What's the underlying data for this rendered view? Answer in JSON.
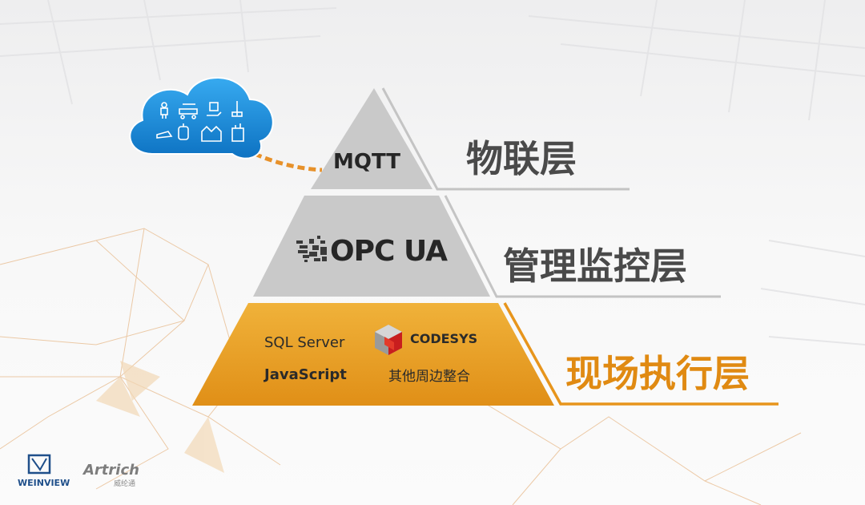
{
  "pyramid": {
    "top": {
      "protocol": "MQTT",
      "layer_label": "物联层"
    },
    "middle": {
      "protocol": "OPC UA",
      "layer_label": "管理监控层"
    },
    "bottom": {
      "items": [
        "SQL Server",
        "CODESYS",
        "JavaScript",
        "其他周边整合"
      ],
      "layer_label": "现场执行层"
    }
  },
  "logos": {
    "weinview": "WEINVIEW",
    "artrich": "Artrich",
    "artrich_cn": "威纶通"
  },
  "colors": {
    "gray_layer": "#c8c8c8",
    "accent_orange": "#e79a1e",
    "cloud_blue": "#1a8fd6",
    "label_gray": "#4a4a4a",
    "label_orange": "#e08a12"
  },
  "icons": [
    "cloud-icon",
    "robot-icon",
    "factory-icon",
    "conveyor-icon",
    "building-icon",
    "codesys-cube-icon"
  ]
}
